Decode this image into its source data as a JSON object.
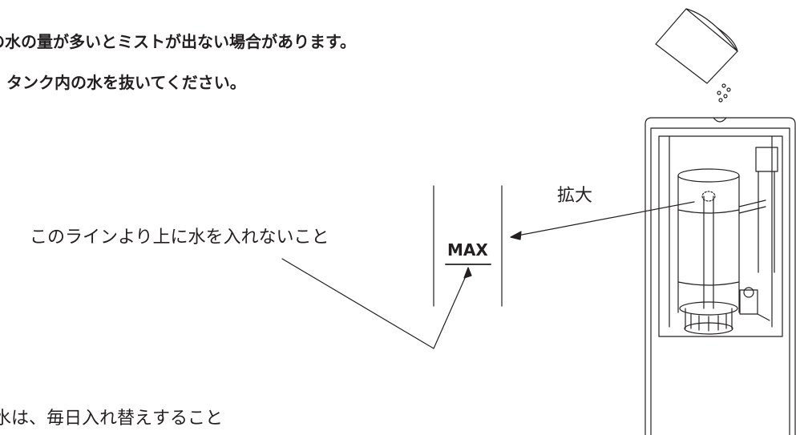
{
  "notes": {
    "line1": "の水の量が多いとミストが出ない場合があります。",
    "line2": "タンク内の水を抜いてください。",
    "bottom": "水は、毎日入れ替えすること"
  },
  "callout": {
    "caption": "このラインより上に水を入れないこと",
    "max_label": "MAX",
    "zoom_label": "拡大"
  },
  "colors": {
    "ink": "#231f20",
    "background": "#ffffff"
  },
  "icons": [
    "water-cup-icon",
    "water-droplets-icon",
    "humidifier-tank-illustration"
  ]
}
